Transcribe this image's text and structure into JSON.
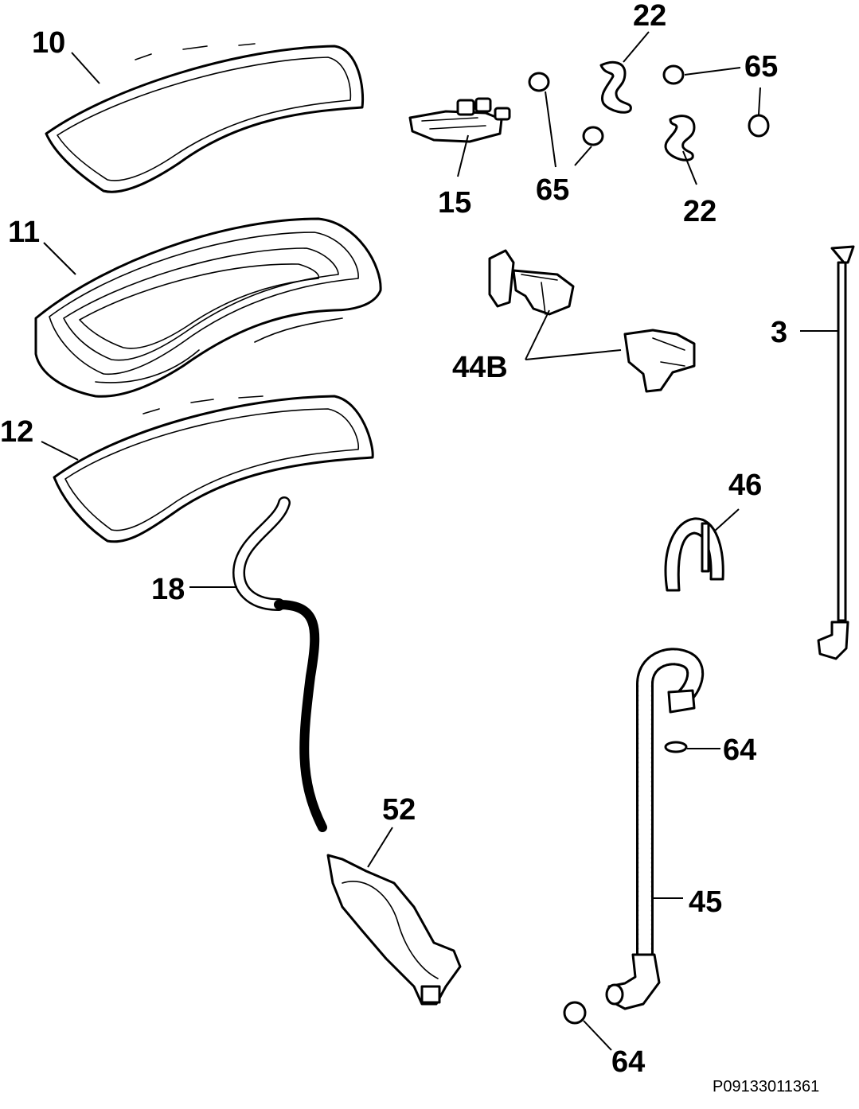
{
  "callouts": [
    {
      "id": "10",
      "label": "10"
    },
    {
      "id": "11",
      "label": "11"
    },
    {
      "id": "12",
      "label": "12"
    },
    {
      "id": "15",
      "label": "15"
    },
    {
      "id": "22a",
      "label": "22"
    },
    {
      "id": "22b",
      "label": "22"
    },
    {
      "id": "65a",
      "label": "65"
    },
    {
      "id": "65b",
      "label": "65"
    },
    {
      "id": "3",
      "label": "3"
    },
    {
      "id": "44B",
      "label": "44B"
    },
    {
      "id": "46",
      "label": "46"
    },
    {
      "id": "18",
      "label": "18"
    },
    {
      "id": "52",
      "label": "52"
    },
    {
      "id": "64a",
      "label": "64"
    },
    {
      "id": "64b",
      "label": "64"
    },
    {
      "id": "45",
      "label": "45"
    }
  ],
  "document_code": "P09133011361"
}
